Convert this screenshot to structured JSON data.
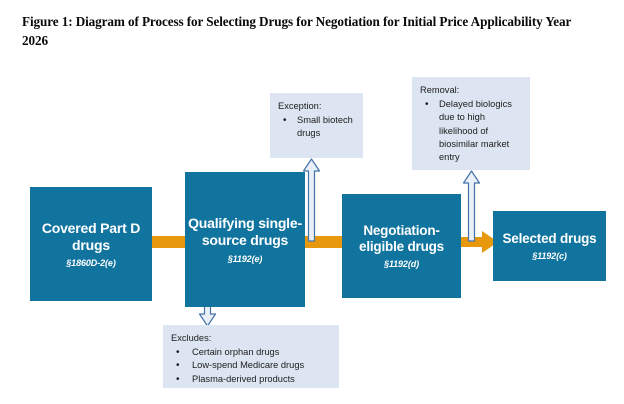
{
  "figure": {
    "title": "Figure 1: Diagram of Process for Selecting Drugs for Negotiation for Initial Price Applicability Year 2026"
  },
  "colors": {
    "process_box_blue": "#11749f",
    "connector_orange": "#e8980c",
    "callout_background": "#dce5f1",
    "hollow_arrow_fill": "#eaf0f8",
    "hollow_arrow_stroke": "#4472a8",
    "text_dark": "#1c1c1c",
    "text_white": "#ffffff"
  },
  "process_steps": [
    {
      "id": "covered-part-d",
      "title": "Covered Part D drugs",
      "citation": "§1860D-2(e)"
    },
    {
      "id": "qualifying-single-source",
      "title": "Qualifying single-source drugs",
      "citation": "§1192(e)"
    },
    {
      "id": "negotiation-eligible",
      "title": "Negotiation-eligible drugs",
      "citation": "§1192(d)"
    },
    {
      "id": "selected-drugs",
      "title": "Selected drugs",
      "citation": "§1192(c)"
    }
  ],
  "callouts": {
    "exception": {
      "heading": "Exception:",
      "items": [
        "Small biotech drugs"
      ]
    },
    "removal": {
      "heading": "Removal:",
      "items": [
        "Delayed biologics due to high likelihood of biosimilar market entry"
      ]
    },
    "excludes": {
      "heading": "Excludes:",
      "items": [
        "Certain orphan drugs",
        "Low-spend Medicare drugs",
        "Plasma-derived products"
      ]
    }
  },
  "connectors": [
    {
      "id": "covered-to-qualifying",
      "type": "orange-right-arrow"
    },
    {
      "id": "qualifying-to-negotiation",
      "type": "orange-right-arrow"
    },
    {
      "id": "negotiation-to-selected",
      "type": "orange-right-arrow"
    },
    {
      "id": "qualifying-to-exception",
      "type": "hollow-up-arrow"
    },
    {
      "id": "negotiation-to-removal",
      "type": "hollow-up-arrow"
    },
    {
      "id": "qualifying-to-excludes",
      "type": "hollow-down-arrow"
    }
  ],
  "bullet_glyph": "•"
}
